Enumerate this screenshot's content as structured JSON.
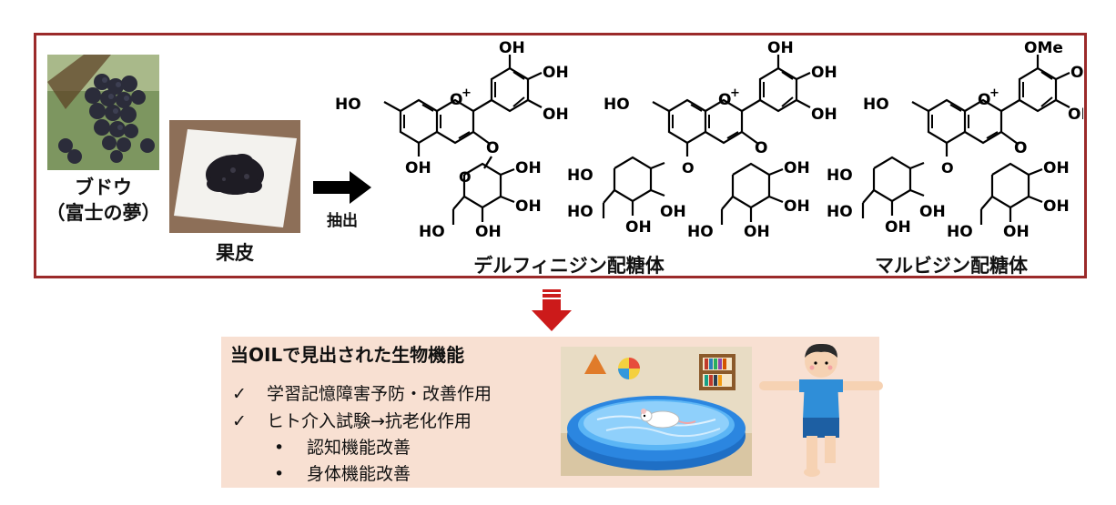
{
  "grape": {
    "label": "ブドウ",
    "variety": "（富士の夢）"
  },
  "peel": {
    "label": "果皮"
  },
  "extract": {
    "label": "抽出"
  },
  "molecules": {
    "delphinidin": "デルフィニジン配糖体",
    "malvidin": "マルビジン配糖体"
  },
  "atoms": {
    "oh": "OH",
    "ho": "HO",
    "ome": "OMe",
    "o": "O",
    "o_plus": "O",
    "plus": "+"
  },
  "findings": {
    "title": "当OILで見出された生物機能",
    "check_mark": "✓",
    "bullet": "•",
    "items": [
      {
        "type": "check",
        "text": "学習記憶障害予防・改善作用"
      },
      {
        "type": "check",
        "text": "ヒト介入試験→抗老化作用"
      },
      {
        "type": "bullet",
        "text": "認知機能改善"
      },
      {
        "type": "bullet",
        "text": "身体機能改善"
      }
    ]
  },
  "colors": {
    "frame": "#9b2a2a",
    "down_arrow": "#cc1a1a",
    "panel_bg": "#f8e0d2"
  }
}
